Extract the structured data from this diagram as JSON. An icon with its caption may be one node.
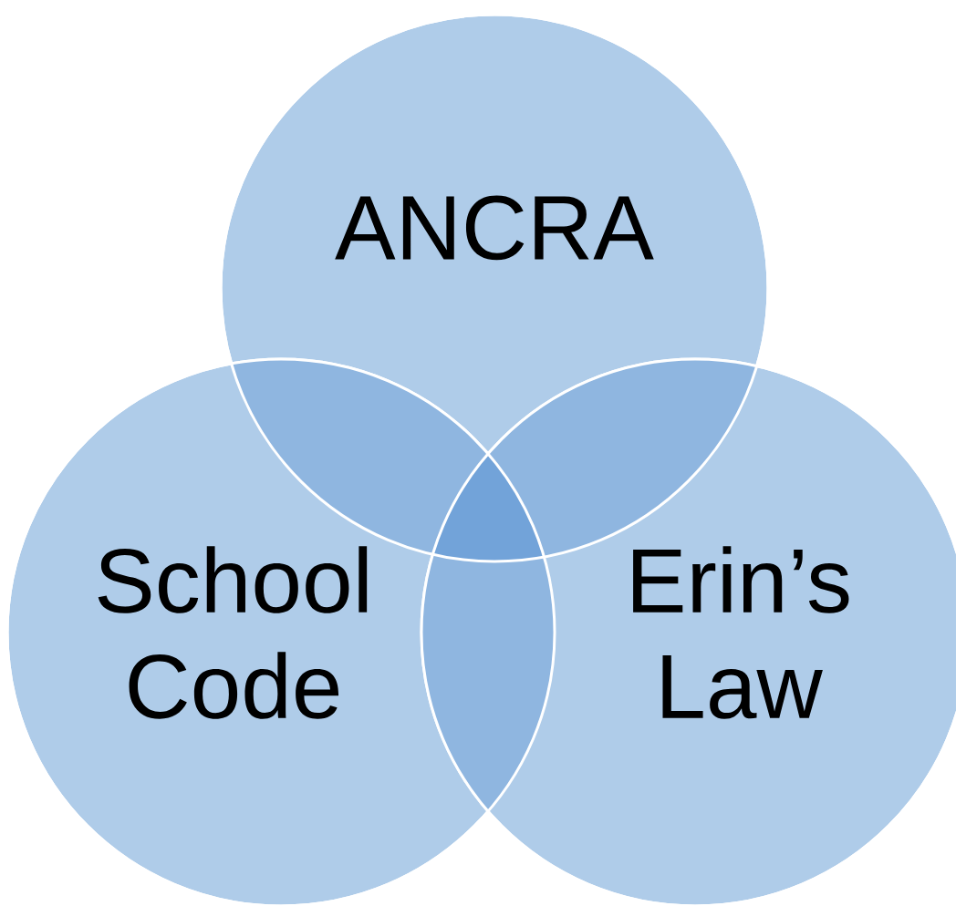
{
  "diagram": {
    "nodes": [
      {
        "text": [
          "ANCRA"
        ]
      },
      {
        "text": [
          "School Code"
        ]
      },
      {
        "text": [
          "Erin’s Law"
        ]
      }
    ]
  }
}
